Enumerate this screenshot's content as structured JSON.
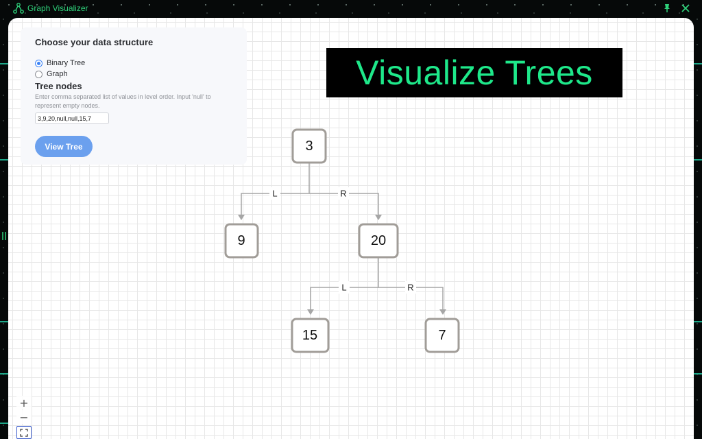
{
  "window": {
    "title": "Graph Visualizer",
    "logo_icon": "graph-nodes-icon",
    "pin_icon": "pin-icon",
    "close_icon": "close-icon"
  },
  "panel": {
    "heading": "Choose your data structure",
    "options": [
      {
        "label": "Binary Tree",
        "checked": true
      },
      {
        "label": "Graph",
        "checked": false
      }
    ],
    "nodes_section": {
      "heading": "Tree nodes",
      "help": "Enter comma separated list of values in level order. Input 'null' to represent empty nodes.",
      "value": "3,9,20,null,null,15,7"
    },
    "button_label": "View Tree"
  },
  "banner": {
    "text": "Visualize Trees"
  },
  "tree": {
    "nodes": [
      {
        "id": "n3",
        "label": "3"
      },
      {
        "id": "n9",
        "label": "9"
      },
      {
        "id": "n20",
        "label": "20"
      },
      {
        "id": "n15",
        "label": "15"
      },
      {
        "id": "n7",
        "label": "7"
      }
    ],
    "edges": [
      {
        "from": "n3",
        "to": "n9",
        "label": "L"
      },
      {
        "from": "n3",
        "to": "n20",
        "label": "R"
      },
      {
        "from": "n20",
        "to": "n15",
        "label": "L"
      },
      {
        "from": "n20",
        "to": "n7",
        "label": "R"
      }
    ]
  },
  "zoom_controls": {
    "zoom_in": "+",
    "zoom_out": "−",
    "fit_icon": "fit-view-icon"
  },
  "colors": {
    "accent": "#1ee88a",
    "button": "#6ba0ee",
    "node_border": "#a19d98",
    "radio_checked": "#3b82f6"
  }
}
